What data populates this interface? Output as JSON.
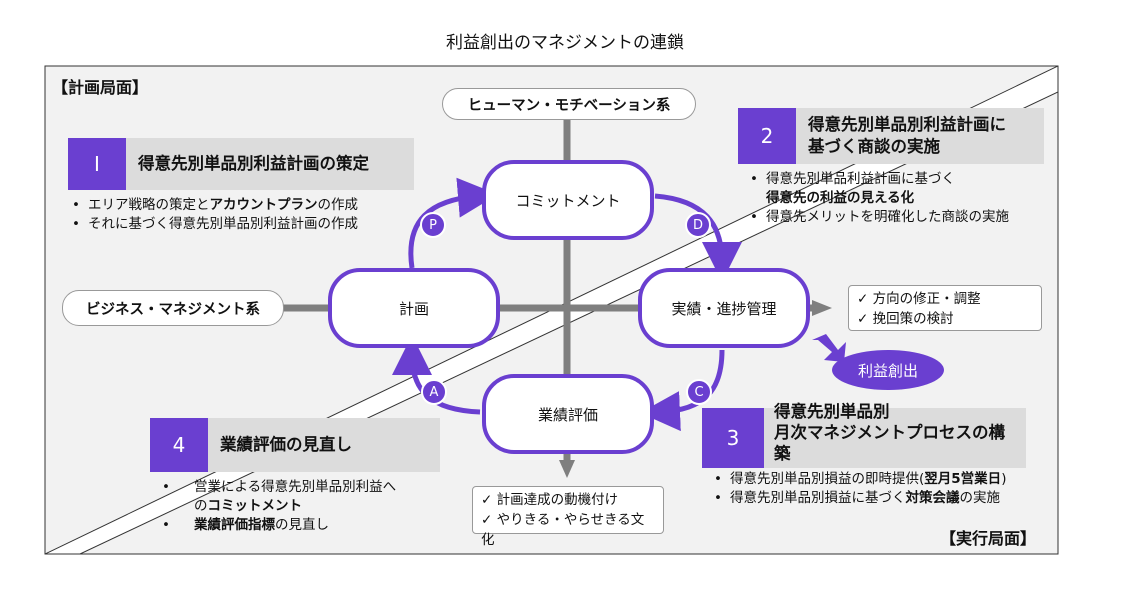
{
  "title": "利益創出のマネジメントの連鎖",
  "phases": {
    "planning": "【計画局面】",
    "execution": "【実行局面】"
  },
  "axes": {
    "human": "ヒューマン・モチベーション系",
    "business": "ビジネス・マネジメント系"
  },
  "cycle": {
    "commitment": "コミットメント",
    "plan": "計画",
    "progress": "実績・進捗管理",
    "evaluation": "業績評価",
    "labels": {
      "p": "P",
      "d": "D",
      "c": "C",
      "a": "A"
    }
  },
  "steps": {
    "s1": {
      "num": "I",
      "title": "得意先別単品別利益計画の策定",
      "bullets": [
        {
          "pre": "エリア戦略の策定と",
          "bold": "アカウントプラン",
          "post": "の作成"
        },
        {
          "pre": "それに基づく得意先別単品別利益計画の作成",
          "bold": "",
          "post": ""
        }
      ]
    },
    "s2": {
      "num": "2",
      "title_l1": "得意先別単品別利益計画に",
      "title_l2": "基づく商談の実施",
      "bullets": [
        {
          "line1": "得意先別単品利益計画に基づく",
          "bold": "得意先の利益の見える化"
        },
        {
          "line1": "得意先メリットを明確化した商談の実施",
          "bold": ""
        }
      ]
    },
    "s3": {
      "num": "3",
      "title_l1": "得意先別単品別",
      "title_l2": "月次マネジメントプロセスの構",
      "title_l3": "築",
      "bullets": [
        {
          "pre": "得意先別単品別損益の即時提供(",
          "bold": "翌月5営業日",
          "post": ")"
        },
        {
          "pre": "得意先別単品別損益に基づく",
          "bold": "対策会議",
          "post": "の実施"
        }
      ]
    },
    "s4": {
      "num": "4",
      "title": "業績評価の見直し",
      "bullets": [
        {
          "line1": "営業による得意先別単品別利益へ",
          "line2_pre": "の",
          "line2_bold": "コミットメント"
        },
        {
          "bold": "業績評価指標",
          "post": "の見直し"
        }
      ]
    }
  },
  "checks": {
    "right": [
      "方向の修正・調整",
      "挽回策の検討"
    ],
    "bottom": [
      "計画達成の動機付け",
      "やりきる・やらせきる文化"
    ],
    "mark": "✓"
  },
  "profit": "利益創出",
  "colors": {
    "accent": "#6a3fd0",
    "frame_bg": "#f2f2f2",
    "axis": "#7f7f7f",
    "step_bg": "#dcdcdc"
  }
}
